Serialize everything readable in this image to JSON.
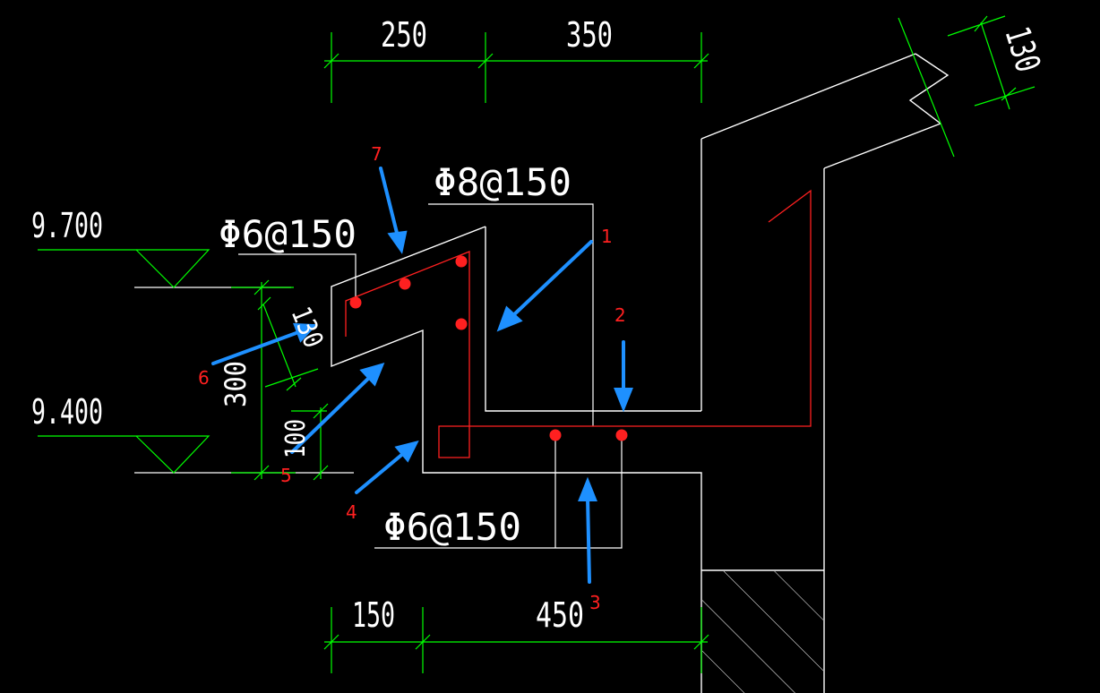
{
  "drawing": {
    "colors": {
      "background": "#000000",
      "outline": "#ffffff",
      "dimension": "#00ff00",
      "rebar": "#ff2020",
      "arrow": "#1e90ff"
    },
    "dimensions": {
      "top_left": "250",
      "top_right": "350",
      "bottom_left": "150",
      "bottom_right": "450",
      "slab_thickness_right": "130",
      "slab_thickness_left": "130",
      "height_300": "300",
      "height_100": "100"
    },
    "elevations": {
      "upper": "9.700",
      "lower": "9.400"
    },
    "rebar_labels": {
      "top": "Φ8@150",
      "left": "Φ6@150",
      "bottom": "Φ6@150"
    },
    "callouts": {
      "n1": "1",
      "n2": "2",
      "n3": "3",
      "n4": "4",
      "n5": "5",
      "n6": "6",
      "n7": "7"
    }
  }
}
